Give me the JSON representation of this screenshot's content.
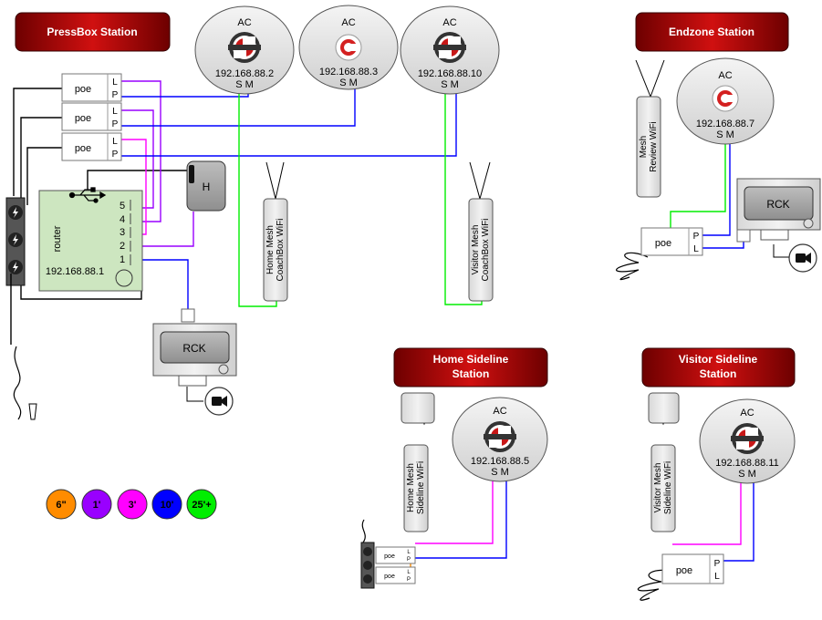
{
  "stations": {
    "pressbox": "PressBox Station",
    "endzone": "Endzone Station",
    "home_sideline": [
      "Home Sideline",
      "Station"
    ],
    "visitor_sideline": [
      "Visitor Sideline",
      "Station"
    ]
  },
  "ac": {
    "label": "AC",
    "sm": "S M",
    "units": [
      {
        "ip": "192.168.88.2"
      },
      {
        "ip": "192.168.88.3"
      },
      {
        "ip": "192.168.88.10"
      },
      {
        "ip": "192.168.88.7"
      },
      {
        "ip": "192.168.88.5"
      },
      {
        "ip": "192.168.88.11"
      }
    ]
  },
  "poe": {
    "label": "poe",
    "l": "L",
    "p": "P"
  },
  "router": {
    "label": "router",
    "ip": "192.168.88.1",
    "ports": [
      "5",
      "4",
      "3",
      "2",
      "1"
    ]
  },
  "hub": {
    "label": "H"
  },
  "rck": {
    "label": "RCK"
  },
  "mesh": {
    "home_coachbox": [
      "Home Mesh",
      "CoachBox WiFi"
    ],
    "visitor_coachbox": [
      "Visitor Mesh",
      "CoachBox WiFi"
    ],
    "review": [
      "Mesh",
      "Review  WiFi"
    ],
    "home_sideline": [
      "Home Mesh",
      "Sideline  WiFi"
    ],
    "visitor_sideline": [
      "Visitor Mesh",
      "Sideline  WiFi"
    ]
  },
  "legend": [
    {
      "label": "6\"",
      "color": "#ff8c00"
    },
    {
      "label": "1'",
      "color": "#9900ff"
    },
    {
      "label": "3'",
      "color": "#ff00ff"
    },
    {
      "label": "10'",
      "color": "#0000ff"
    },
    {
      "label": "25'+",
      "color": "#00ee00"
    }
  ],
  "colors": {
    "station_bg": "#8b0000",
    "router_bg": "#cde6c0",
    "ac_bg": "#e6e6e6",
    "purple": "#9900ff",
    "magenta": "#ff00ff",
    "blue": "#0000ff",
    "green": "#00ee00",
    "orange": "#ff8c00"
  }
}
